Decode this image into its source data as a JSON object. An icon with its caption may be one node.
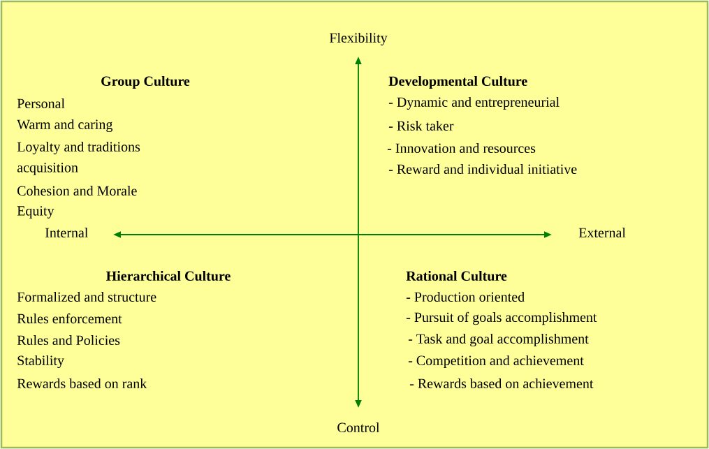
{
  "diagram": {
    "labels": [
      "Flexibility",
      "Group Culture",
      "Personal",
      "Warm and caring",
      "Loyalty and traditions",
      "acquisition",
      "Cohesion and Morale",
      "Equity",
      "Developmental Culture",
      "- Dynamic and entrepreneurial",
      "- Risk taker",
      "- Innovation and resources",
      "- Reward and individual initiative",
      "Internal",
      "External",
      "Hierarchical Culture",
      "Formalized and structure",
      "Rules enforcement",
      "Rules and Policies",
      "Stability",
      "Rewards based on rank",
      "Rational Culture",
      "- Production oriented",
      "- Pursuit of goals accomplishment",
      "- Task and goal accomplishment",
      "- Competition and achievement",
      "- Rewards based on achievement",
      "Control"
    ]
  }
}
